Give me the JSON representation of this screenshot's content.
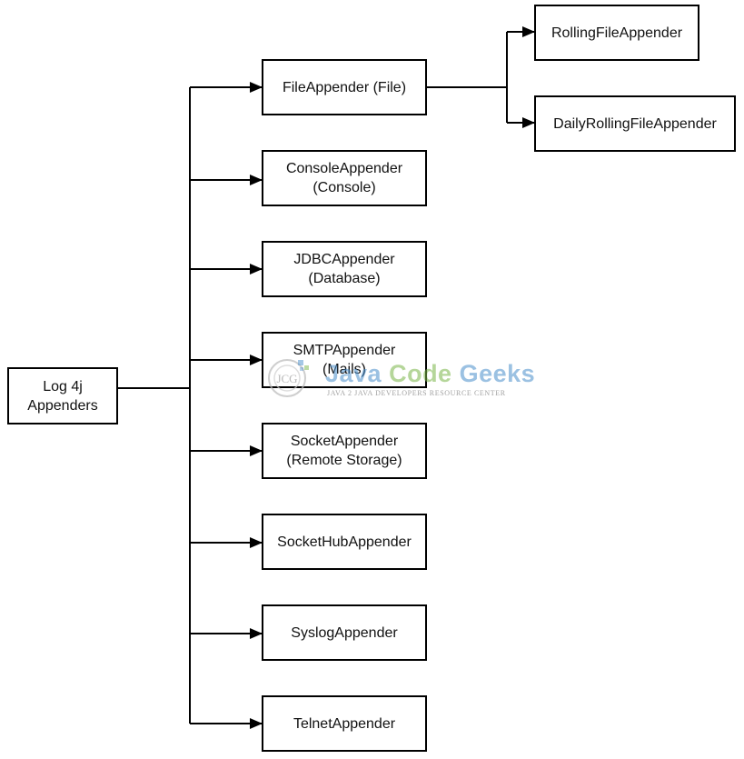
{
  "root": {
    "lines": [
      "Log 4j",
      "Appenders"
    ]
  },
  "appenders": [
    {
      "lines": [
        "FileAppender (File)"
      ]
    },
    {
      "lines": [
        "ConsoleAppender",
        "(Console)"
      ]
    },
    {
      "lines": [
        "JDBCAppender",
        "(Database)"
      ]
    },
    {
      "lines": [
        "SMTPAppender",
        "(Mails)"
      ]
    },
    {
      "lines": [
        "SocketAppender",
        "(Remote Storage)"
      ]
    },
    {
      "lines": [
        "SocketHubAppender"
      ]
    },
    {
      "lines": [
        "SyslogAppender"
      ]
    },
    {
      "lines": [
        "TelnetAppender"
      ]
    }
  ],
  "file_children": [
    {
      "lines": [
        "RollingFileAppender"
      ]
    },
    {
      "lines": [
        "DailyRollingFileAppender"
      ]
    }
  ],
  "watermark": {
    "logo_text": "JCG",
    "title_part1": "Java ",
    "title_part2": "Code ",
    "title_part3": "Geeks",
    "subtitle": "JAVA 2 JAVA DEVELOPERS RESOURCE CENTER",
    "colors": {
      "java": "#4a8fcc",
      "code": "#7ab648",
      "geeks": "#4a8fcc"
    }
  },
  "colors": {
    "line": "#000000",
    "box_border": "#000000"
  }
}
